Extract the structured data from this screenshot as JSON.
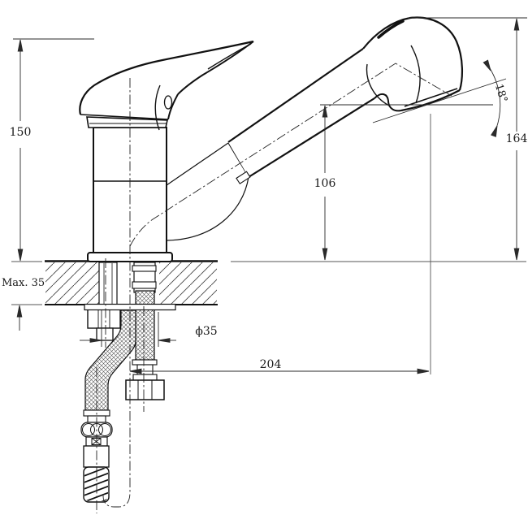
{
  "drawing": {
    "labels": {
      "total_height": "150",
      "max_counter_thickness": "Max. 35",
      "hole_diameter": "ϕ35",
      "spout_outlet_height": "106",
      "overall_height": "164",
      "spout_reach": "204",
      "spray_angle": "18°"
    },
    "line_color": "#111111",
    "dim_color": "#2a2a2a"
  }
}
